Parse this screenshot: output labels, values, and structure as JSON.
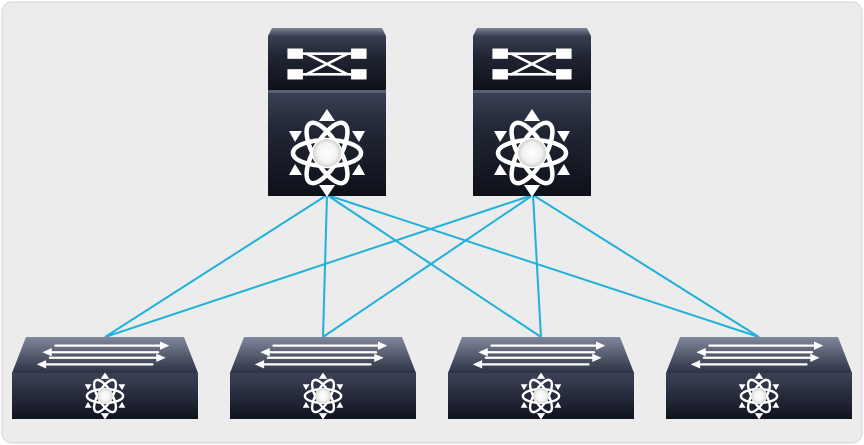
{
  "diagram": {
    "background_color": "#ececec",
    "link_color": "#1fb0dc",
    "device_dark": "#1c2130",
    "device_mid": "#2f3547",
    "core_switches": [
      {
        "id": "core-1",
        "type": "core-switch-with-fabric"
      },
      {
        "id": "core-2",
        "type": "core-switch-with-fabric"
      }
    ],
    "access_switches": [
      {
        "id": "access-1",
        "type": "layer3-switch"
      },
      {
        "id": "access-2",
        "type": "layer3-switch"
      },
      {
        "id": "access-3",
        "type": "layer3-switch"
      },
      {
        "id": "access-4",
        "type": "layer3-switch"
      }
    ],
    "links": [
      {
        "from": "core-1",
        "to": "access-1"
      },
      {
        "from": "core-1",
        "to": "access-2"
      },
      {
        "from": "core-1",
        "to": "access-3"
      },
      {
        "from": "core-1",
        "to": "access-4"
      },
      {
        "from": "core-2",
        "to": "access-1"
      },
      {
        "from": "core-2",
        "to": "access-2"
      },
      {
        "from": "core-2",
        "to": "access-3"
      },
      {
        "from": "core-2",
        "to": "access-4"
      }
    ]
  }
}
